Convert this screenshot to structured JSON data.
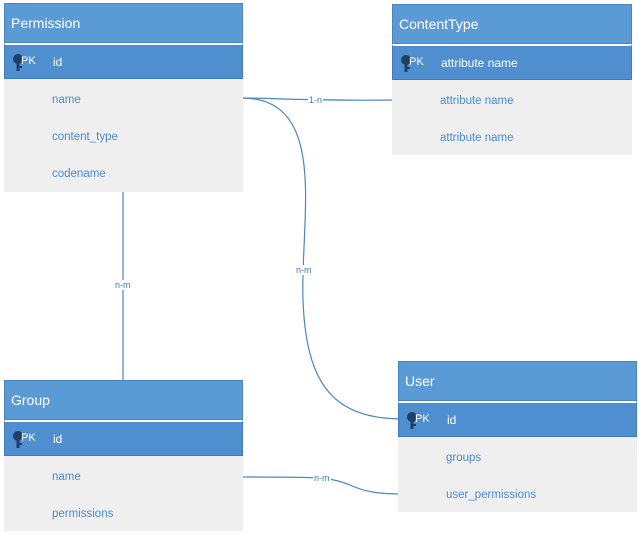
{
  "entities": {
    "permission": {
      "title": "Permission",
      "pk_label": "PK",
      "pk_field": "id",
      "fields": [
        "name",
        "content_type",
        "codename"
      ]
    },
    "contenttype": {
      "title": "ContentType",
      "pk_label": "PK",
      "pk_field": "attribute name",
      "fields": [
        "attribute name",
        "attribute name"
      ]
    },
    "group": {
      "title": "Group",
      "pk_label": "PK",
      "pk_field": "id",
      "fields": [
        "name",
        "permissions"
      ]
    },
    "user": {
      "title": "User",
      "pk_label": "PK",
      "pk_field": "id",
      "fields": [
        "groups",
        "user_permissions"
      ]
    }
  },
  "relations": {
    "permission_contenttype": "1-n",
    "permission_group": "n-m",
    "permission_user": "n-m",
    "group_user": "n-m"
  },
  "colors": {
    "header": "#5b9bd5",
    "pk_row": "#4f8fd0",
    "body": "#efefef",
    "field_text": "#4a8bcc",
    "line": "#4a87c2"
  }
}
